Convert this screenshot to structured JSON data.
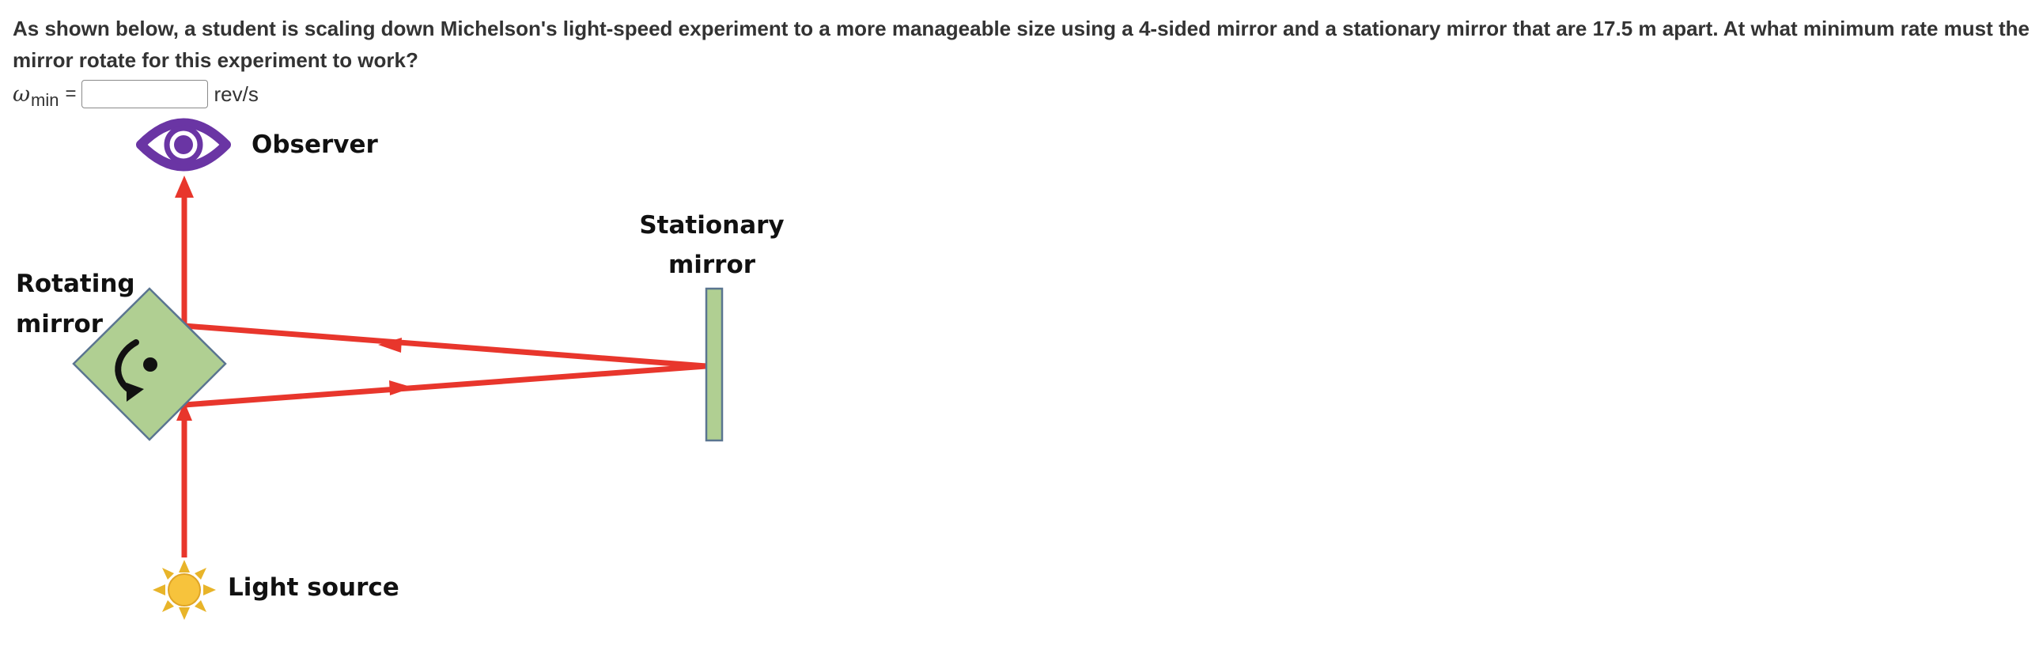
{
  "question": {
    "text": "As shown below, a student is scaling down Michelson's light-speed experiment to a more manageable size using a 4-sided mirror and a stationary mirror that are 17.5 m apart. At what minimum rate must the mirror rotate for this experiment to work?"
  },
  "answer": {
    "symbol": "ω",
    "subscript": "min",
    "equals": "=",
    "value": "",
    "unit": "rev/s"
  },
  "diagram": {
    "labels": {
      "observer": "Observer",
      "stationary_mirror_line1": "Stationary",
      "stationary_mirror_line2": "mirror",
      "rotating_mirror_line1": "Rotating",
      "rotating_mirror_line2": "mirror",
      "light_source": "Light source"
    },
    "colors": {
      "beam": "#e8362c",
      "mirror_fill": "#b0cf92",
      "mirror_stroke": "#5a7590",
      "eye": "#6a35a4",
      "sun_rays": "#e8b429",
      "sun_center": "#f7c33c"
    }
  }
}
